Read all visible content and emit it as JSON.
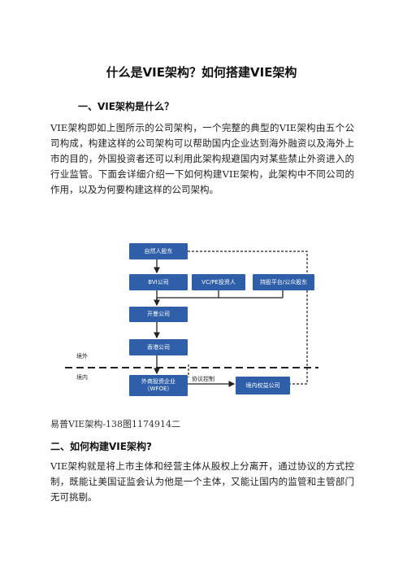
{
  "title": "什么是VIE架构？如何搭建VIE架构",
  "section1": {
    "heading": "一、VIE架构是什么？",
    "paragraph": "VIE架构即如上图所示的公司架构，一个完整的典型的VIE架构由五个公司构成，构建这样的公司架构可以帮助国内企业达到海外融资以及海外上市的目的，外国投资者还可以利用此架构规避国内对某些禁止外资进入的行业监管。下面会详细介绍一下如何构建VIE架构，此架构中不同公司的作用，以及为何要构建这样的公司架构。"
  },
  "diagram": {
    "boxes": {
      "natural_person": "自然人股东",
      "bvi": "BVI公司",
      "vcpe": "VC/PE投资人",
      "platform": "持股平台/公众股东",
      "cayman": "开曼公司",
      "hongkong": "香港公司",
      "wfoe_line1": "外商投资企业",
      "wfoe_line2": "（WFOE）",
      "domestic": "境内权益公司"
    },
    "labels": {
      "offshore": "境外",
      "onshore": "境内",
      "agreement": "协议控制"
    },
    "box_color": "#2e5fa8"
  },
  "caption": "易普VIE架构-138图1174914二",
  "section2": {
    "heading": "二、如何构建VIE架构?",
    "paragraph": "VIE架构就是将上市主体和经营主体从股权上分离开，通过协议的方式控制，既能让美国证监会认为他是一个主体，又能让国内的监管和主管部门无可挑剔。"
  }
}
